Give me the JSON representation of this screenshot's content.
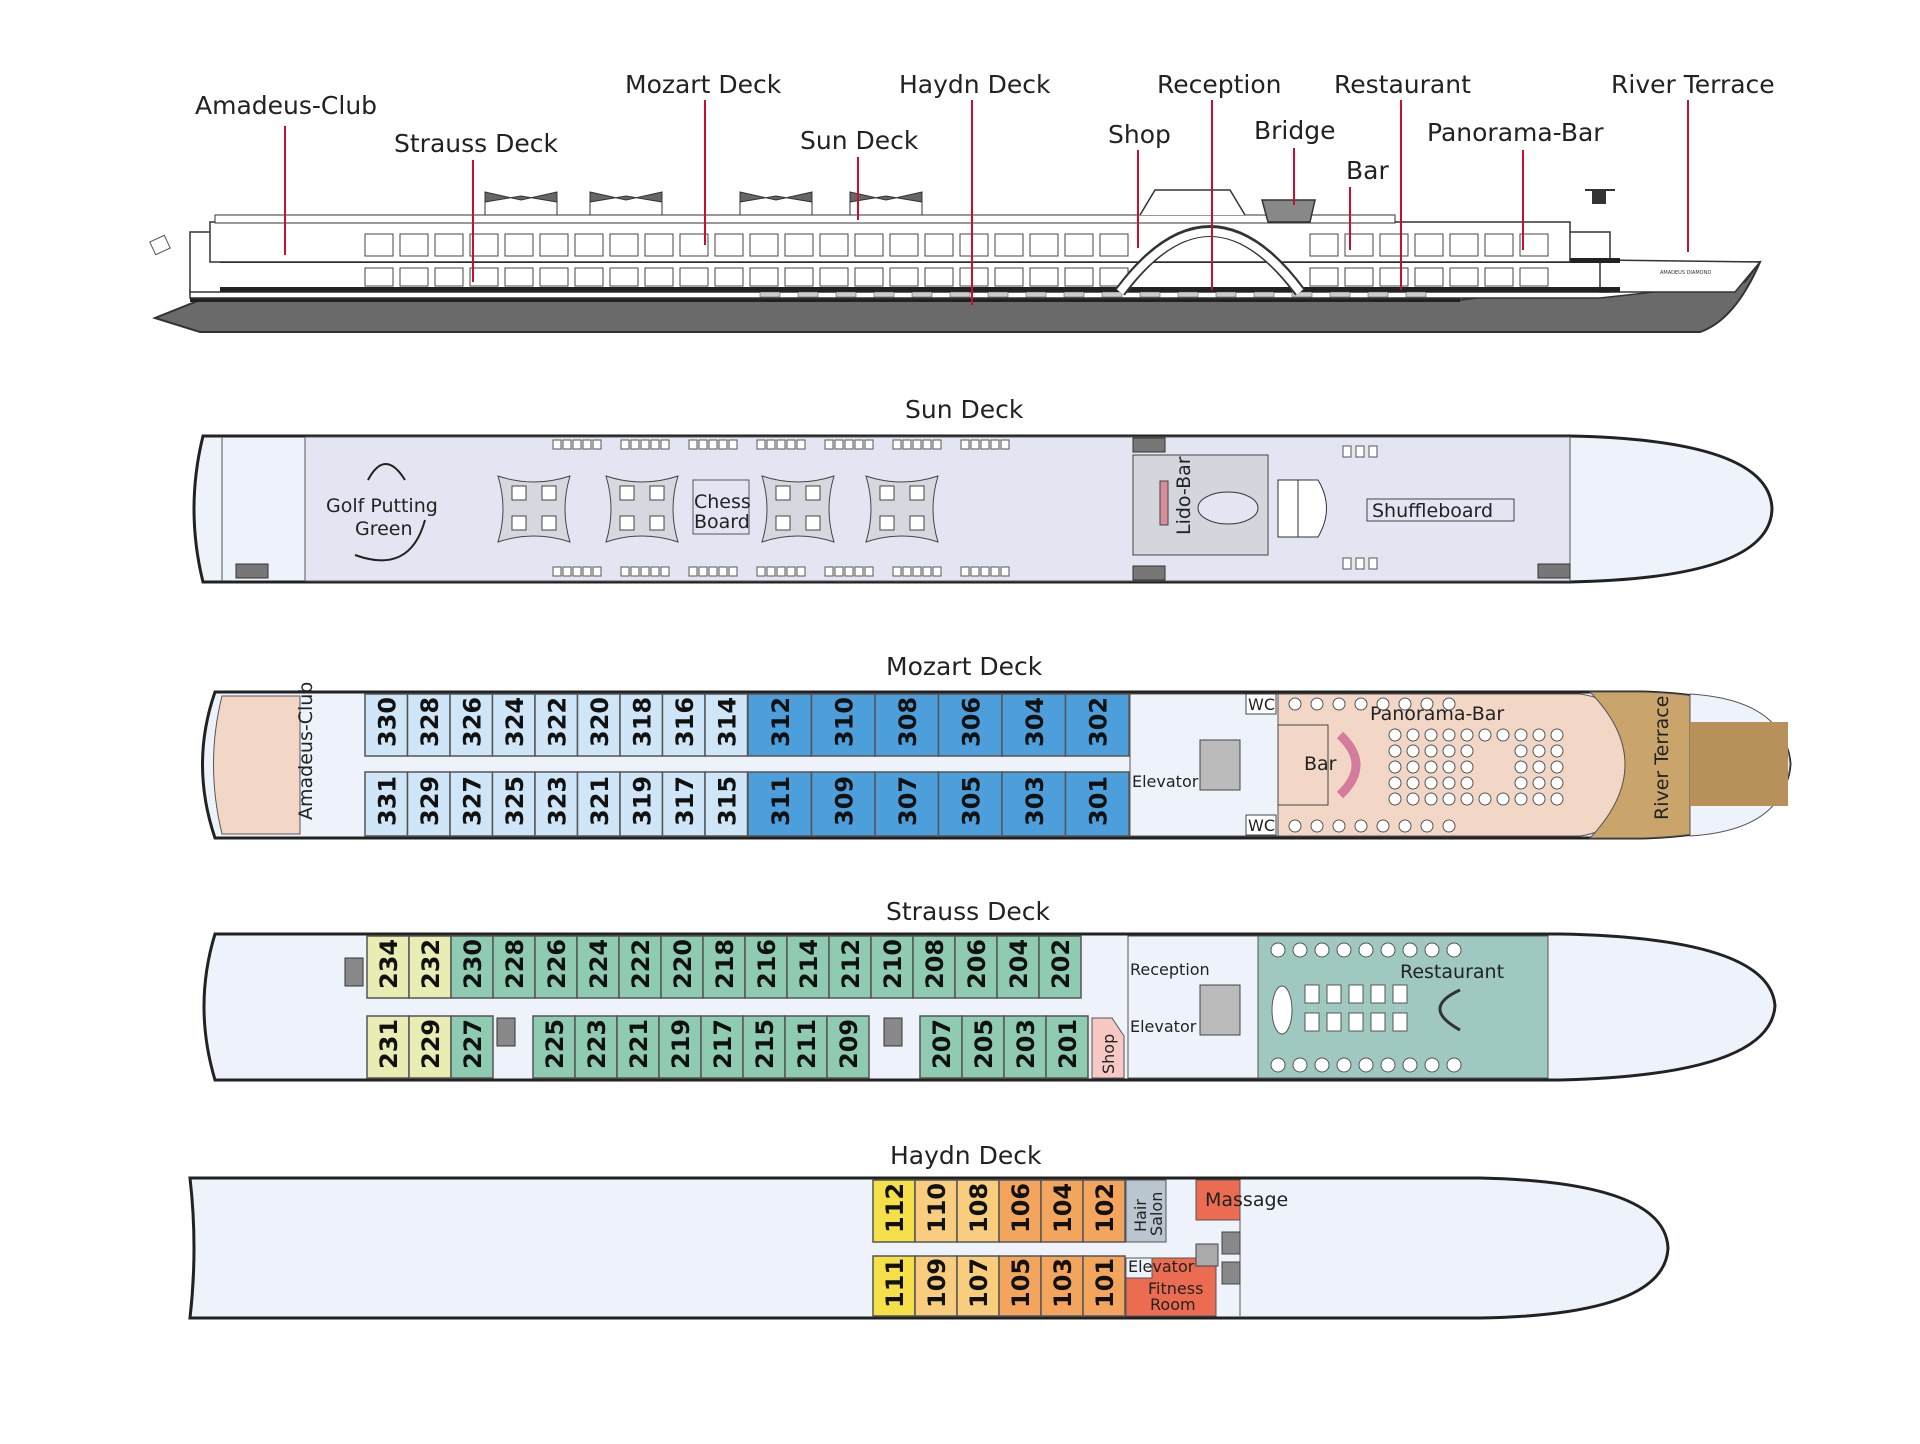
{
  "profile": {
    "labels": {
      "amadeus_club": "Amadeus-Club",
      "strauss_deck": "Strauss Deck",
      "mozart_deck": "Mozart Deck",
      "sun_deck": "Sun Deck",
      "haydn_deck": "Haydn Deck",
      "shop": "Shop",
      "reception": "Reception",
      "bridge": "Bridge",
      "bar": "Bar",
      "restaurant": "Restaurant",
      "panorama_bar": "Panorama-Bar",
      "river_terrace": "River Terrace"
    },
    "ship_name": "AMADEUS DIAMOND"
  },
  "colors": {
    "leader_line": "#c8102e",
    "deck_fill": "#e6e9f4",
    "deck_end": "#eef3fb",
    "mozart_light": "#cfe6f8",
    "mozart_dark": "#4d9fdc",
    "strauss_yellow": "#e9edb4",
    "strauss_green": "#8fcbb0",
    "haydn_yellow": "#f6e04a",
    "haydn_light_orange": "#f8cd7e",
    "haydn_orange": "#f3a55e",
    "amenity_red": "#ec6c52",
    "panorama_pink": "#f2d7c7",
    "restaurant_green": "#9ec8c0",
    "terrace_wood": "#c9a56c",
    "shop_pink": "#f7c9c4",
    "salon_grey": "#b9c6d0"
  },
  "sun_deck": {
    "title": "Sun Deck",
    "golf": "Golf Putting Green",
    "golf_line1": "Golf Putting",
    "golf_line2": "Green",
    "chess_line1": "Chess",
    "chess_line2": "Board",
    "lido_bar": "Lido-Bar",
    "shuffleboard": "Shuffleboard"
  },
  "mozart_deck": {
    "title": "Mozart Deck",
    "top_light": [
      "330",
      "328",
      "326",
      "324",
      "322",
      "320",
      "318",
      "316",
      "314"
    ],
    "top_dark": [
      "312",
      "310",
      "308",
      "306",
      "304",
      "302"
    ],
    "bottom_light": [
      "331",
      "329",
      "327",
      "325",
      "323",
      "321",
      "319",
      "317",
      "315"
    ],
    "bottom_dark": [
      "311",
      "309",
      "307",
      "305",
      "303",
      "301"
    ],
    "amadeus_club": "Amadeus-Club",
    "elevator": "Elevator",
    "wc": "WC",
    "bar": "Bar",
    "panorama_bar": "Panorama-Bar",
    "river_terrace": "River Terrace"
  },
  "strauss_deck": {
    "title": "Strauss Deck",
    "top_yellow": [
      "234",
      "232"
    ],
    "top_green": [
      "230",
      "228",
      "226",
      "224",
      "222",
      "220",
      "218",
      "216",
      "214",
      "212",
      "210",
      "208",
      "206",
      "204",
      "202"
    ],
    "bottom_yellow": [
      "231",
      "229"
    ],
    "bottom_green_a": [
      "227"
    ],
    "bottom_green_b": [
      "225",
      "223",
      "221",
      "219",
      "217",
      "215",
      "211",
      "209"
    ],
    "bottom_green_c": [
      "207",
      "205",
      "203",
      "201"
    ],
    "shop": "Shop",
    "reception": "Reception",
    "elevator": "Elevator",
    "restaurant": "Restaurant"
  },
  "haydn_deck": {
    "title": "Haydn Deck",
    "top": [
      "112",
      "110",
      "108",
      "106",
      "104",
      "102"
    ],
    "bottom": [
      "111",
      "109",
      "107",
      "105",
      "103",
      "101"
    ],
    "hair_salon_line1": "Hair",
    "hair_salon_line2": "Salon",
    "massage": "Massage",
    "elevator": "Elevator",
    "fitness_line1": "Fitness",
    "fitness_line2": "Room"
  }
}
